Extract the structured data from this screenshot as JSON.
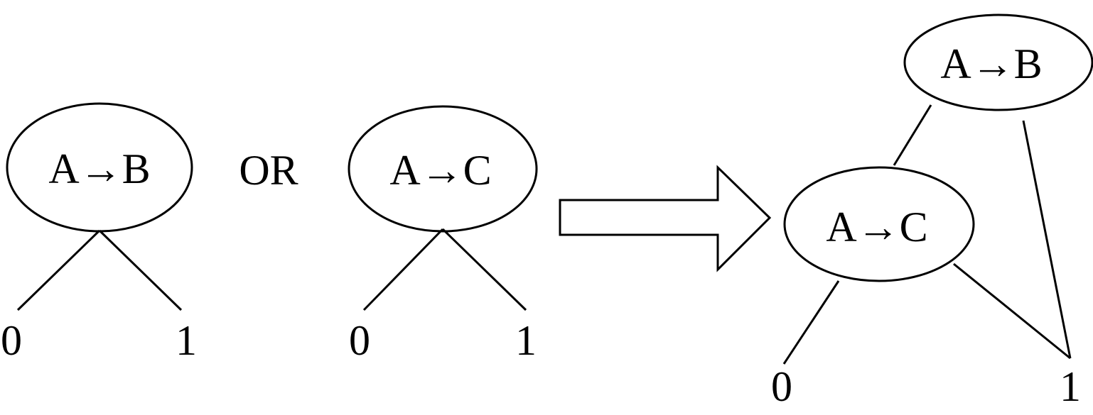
{
  "left_tree": {
    "node": "A→B",
    "leaf_left": "0",
    "leaf_right": "1"
  },
  "connector": "OR",
  "middle_tree": {
    "node": "A→C",
    "leaf_left": "0",
    "leaf_right": "1"
  },
  "result_tree": {
    "root": "A→B",
    "child": "A→C",
    "leaf_left": "0",
    "leaf_right": "1"
  }
}
